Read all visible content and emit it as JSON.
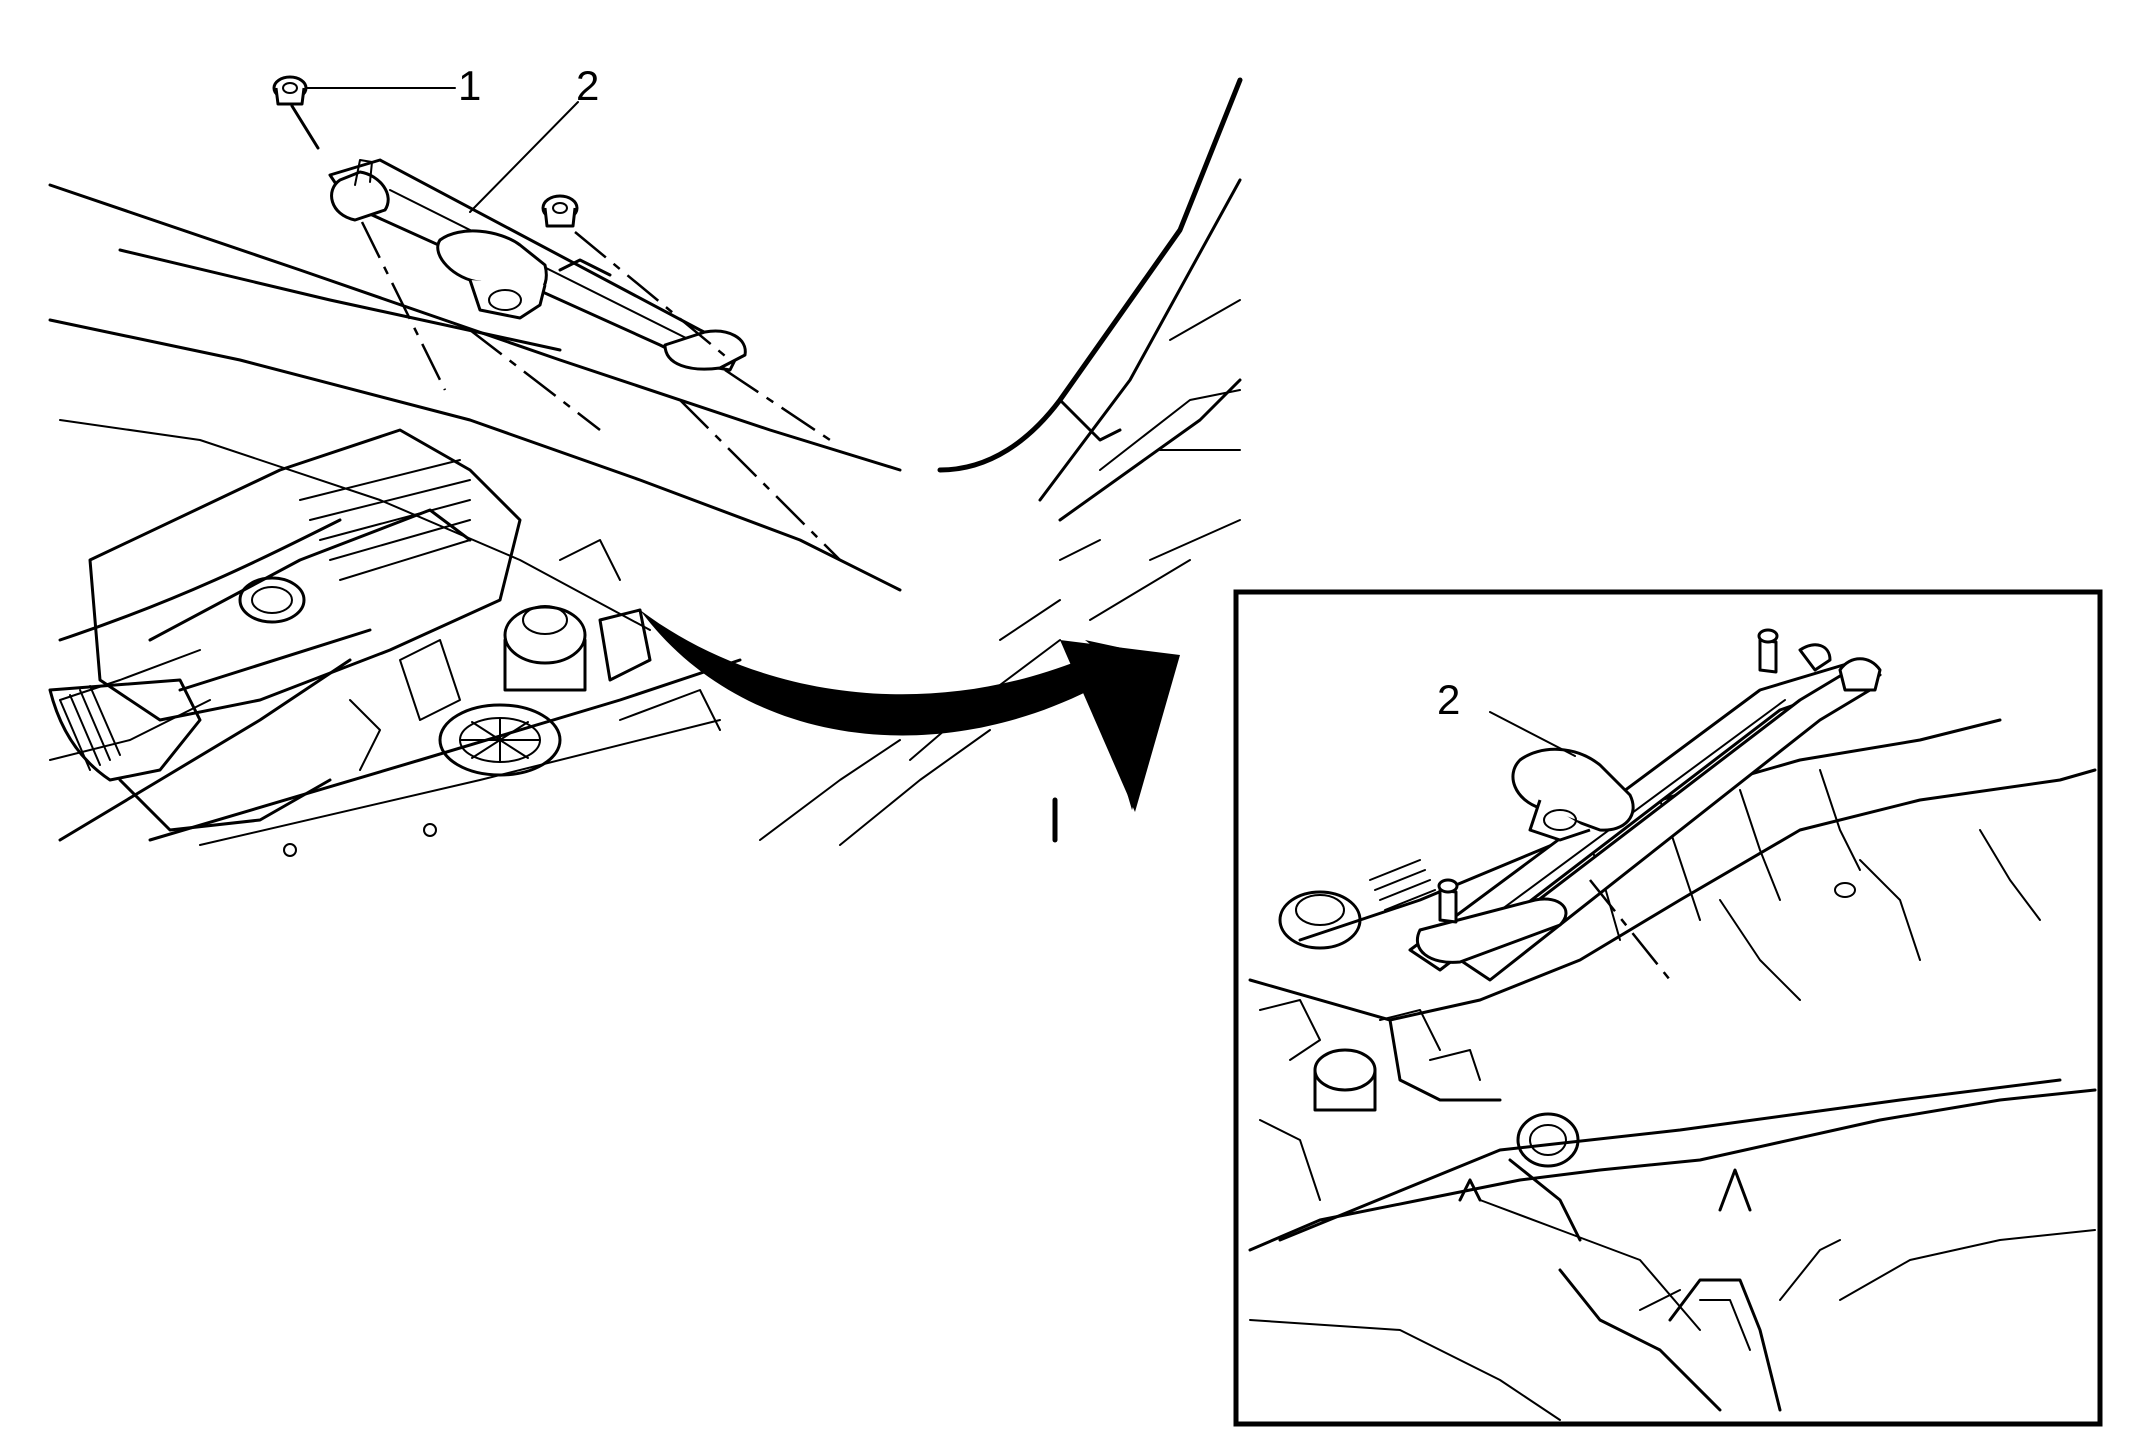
{
  "callouts": {
    "main_1": "1",
    "main_2": "2",
    "detail_2": "2"
  },
  "colors": {
    "line": "#000000",
    "background": "#ffffff"
  }
}
